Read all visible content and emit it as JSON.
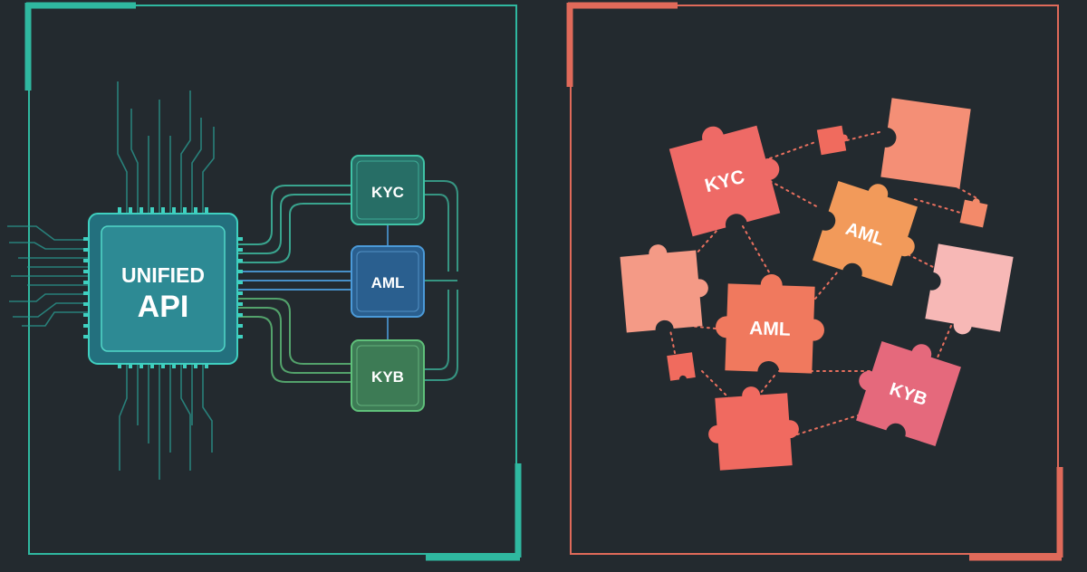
{
  "left_panel": {
    "frame_color": "#2fb8a0",
    "hub": {
      "line1": "UNIFIED",
      "line2": "API",
      "fill": "#23707e",
      "inner": "#2d8a94",
      "edge": "#3fd0c0"
    },
    "modules": [
      {
        "label": "KYC",
        "fill": "#276e66",
        "edge": "#3fc3a6"
      },
      {
        "label": "AML",
        "fill": "#2a5f8f",
        "edge": "#4b9ad8"
      },
      {
        "label": "KYB",
        "fill": "#3d7b55",
        "edge": "#5fc07a"
      }
    ]
  },
  "right_panel": {
    "frame_color": "#e06a5a",
    "pieces": [
      {
        "label": "KYC",
        "fill": "#ee6a66"
      },
      {
        "label": "AML",
        "fill": "#f29a5a"
      },
      {
        "label": "AML",
        "fill": "#f0795e"
      },
      {
        "label": "KYB",
        "fill": "#e5697c"
      },
      {
        "label": "",
        "fill": "#f48f76"
      },
      {
        "label": "",
        "fill": "#f49a86"
      },
      {
        "label": "",
        "fill": "#f7b8b6"
      },
      {
        "label": "",
        "fill": "#f06a60"
      }
    ],
    "small_pieces": [
      {
        "fill": "#f06b5e"
      },
      {
        "fill": "#f38a6a"
      },
      {
        "fill": "#f06b5e"
      }
    ],
    "connector_color": "#e9705f"
  }
}
